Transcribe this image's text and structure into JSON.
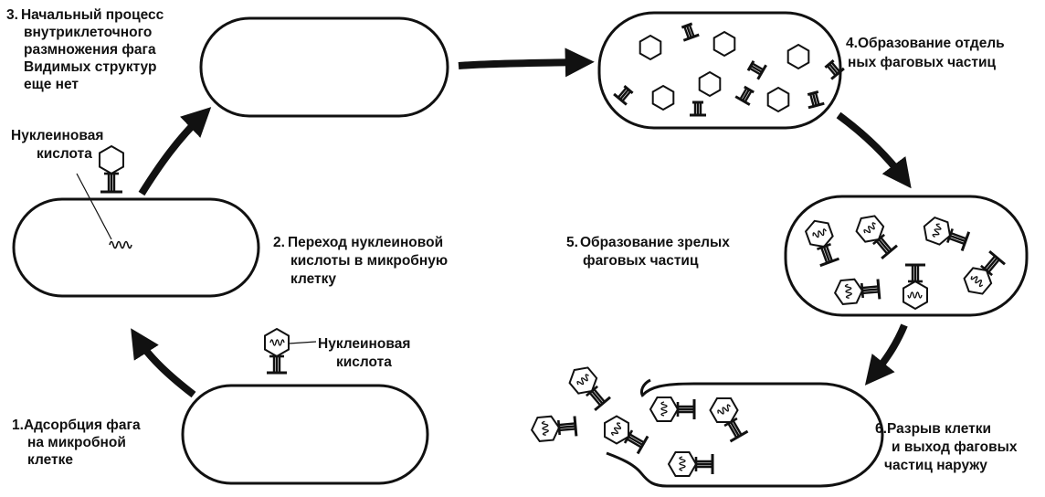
{
  "colors": {
    "ink": "#111111",
    "background": "#ffffff"
  },
  "stages": [
    {
      "number": "1.",
      "lines": [
        "Адсорбция фага",
        "на микробной",
        "клетке"
      ]
    },
    {
      "number": "2.",
      "lines": [
        "Переход нуклеиновой",
        "кислоты в микробную",
        "клетку"
      ]
    },
    {
      "number": "3.",
      "lines": [
        "Начальный процесс",
        "внутриклеточного",
        "размножения фага",
        "Видимых структур",
        "еще нет"
      ]
    },
    {
      "number": "4.",
      "lines": [
        "Образование отдель",
        "ных фаговых частиц"
      ]
    },
    {
      "number": "5.",
      "lines": [
        "Образование зрелых",
        "фаговых частиц"
      ]
    },
    {
      "number": "6.",
      "lines": [
        "Разрыв клетки",
        "и выход фаговых",
        "частиц наружу"
      ]
    }
  ],
  "labels": {
    "nucleic_acid_top": [
      "Нуклеиновая",
      "кислота"
    ],
    "nucleic_acid_bottom": [
      "Нуклеиновая",
      "кислота"
    ]
  },
  "icons": [
    "bacterium-cell-icon",
    "phage-icon",
    "phage-head-icon",
    "phage-tail-icon",
    "nucleic-acid-coil-icon",
    "cycle-arrow-icon"
  ]
}
